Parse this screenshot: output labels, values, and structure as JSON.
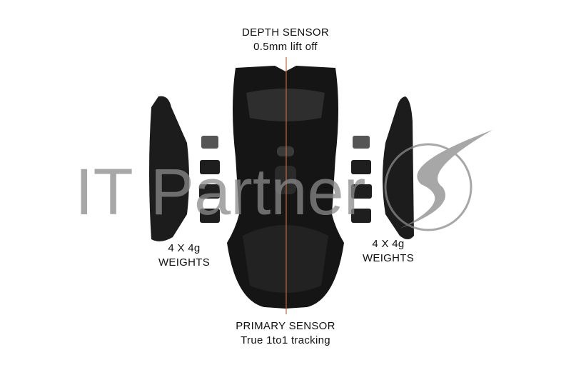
{
  "labels": {
    "depth_sensor": {
      "title": "DEPTH SENSOR",
      "subtitle": "0.5mm lift off"
    },
    "primary_sensor": {
      "title": "PRIMARY SENSOR",
      "subtitle": "True 1to1 tracking"
    },
    "weights_left": {
      "line1": "4 X 4g",
      "line2": "WEIGHTS"
    },
    "weights_right": {
      "line1": "4 X 4g",
      "line2": "WEIGHTS"
    }
  },
  "watermark": {
    "text": "IT Partner"
  },
  "colors": {
    "accent_line": "#c8643c",
    "mouse_body": "#1a1a1a",
    "watermark": "#8a8a8a"
  }
}
